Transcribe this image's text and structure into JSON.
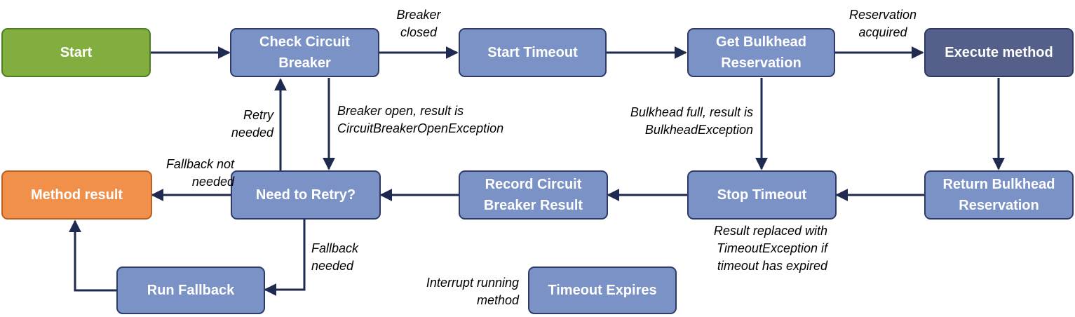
{
  "nodes": {
    "start": "Start",
    "check_breaker": [
      "Check Circuit",
      "Breaker"
    ],
    "start_timeout": "Start Timeout",
    "get_bulkhead": [
      "Get Bulkhead",
      "Reservation"
    ],
    "execute": "Execute method",
    "return_bulkhead": [
      "Return Bulkhead",
      "Reservation"
    ],
    "stop_timeout": "Stop Timeout",
    "record_breaker": [
      "Record Circuit",
      "Breaker Result"
    ],
    "need_retry": "Need to Retry?",
    "method_result": "Method result",
    "run_fallback": "Run Fallback",
    "timeout_expires": "Timeout Expires"
  },
  "labels": {
    "breaker_closed": [
      "Breaker",
      "closed"
    ],
    "reservation_acquired": [
      "Reservation",
      "acquired"
    ],
    "breaker_open": [
      "Breaker open, result is",
      "CircuitBreakerOpenException"
    ],
    "retry_needed": [
      "Retry",
      "needed"
    ],
    "bulkhead_full": [
      "Bulkhead full, result is",
      "BulkheadException"
    ],
    "fallback_not_needed": [
      "Fallback not",
      "needed"
    ],
    "result_replaced": [
      "Result replaced with",
      "TimeoutException if",
      "timeout has expired"
    ],
    "fallback_needed": [
      "Fallback",
      "needed"
    ],
    "interrupt": [
      "Interrupt running",
      "method"
    ]
  },
  "colors": {
    "process_fill": "#7b92c7",
    "start_fill": "#82ae3f",
    "result_fill": "#f1904a",
    "execute_fill": "#55608a",
    "arrow": "#1f2a50"
  }
}
